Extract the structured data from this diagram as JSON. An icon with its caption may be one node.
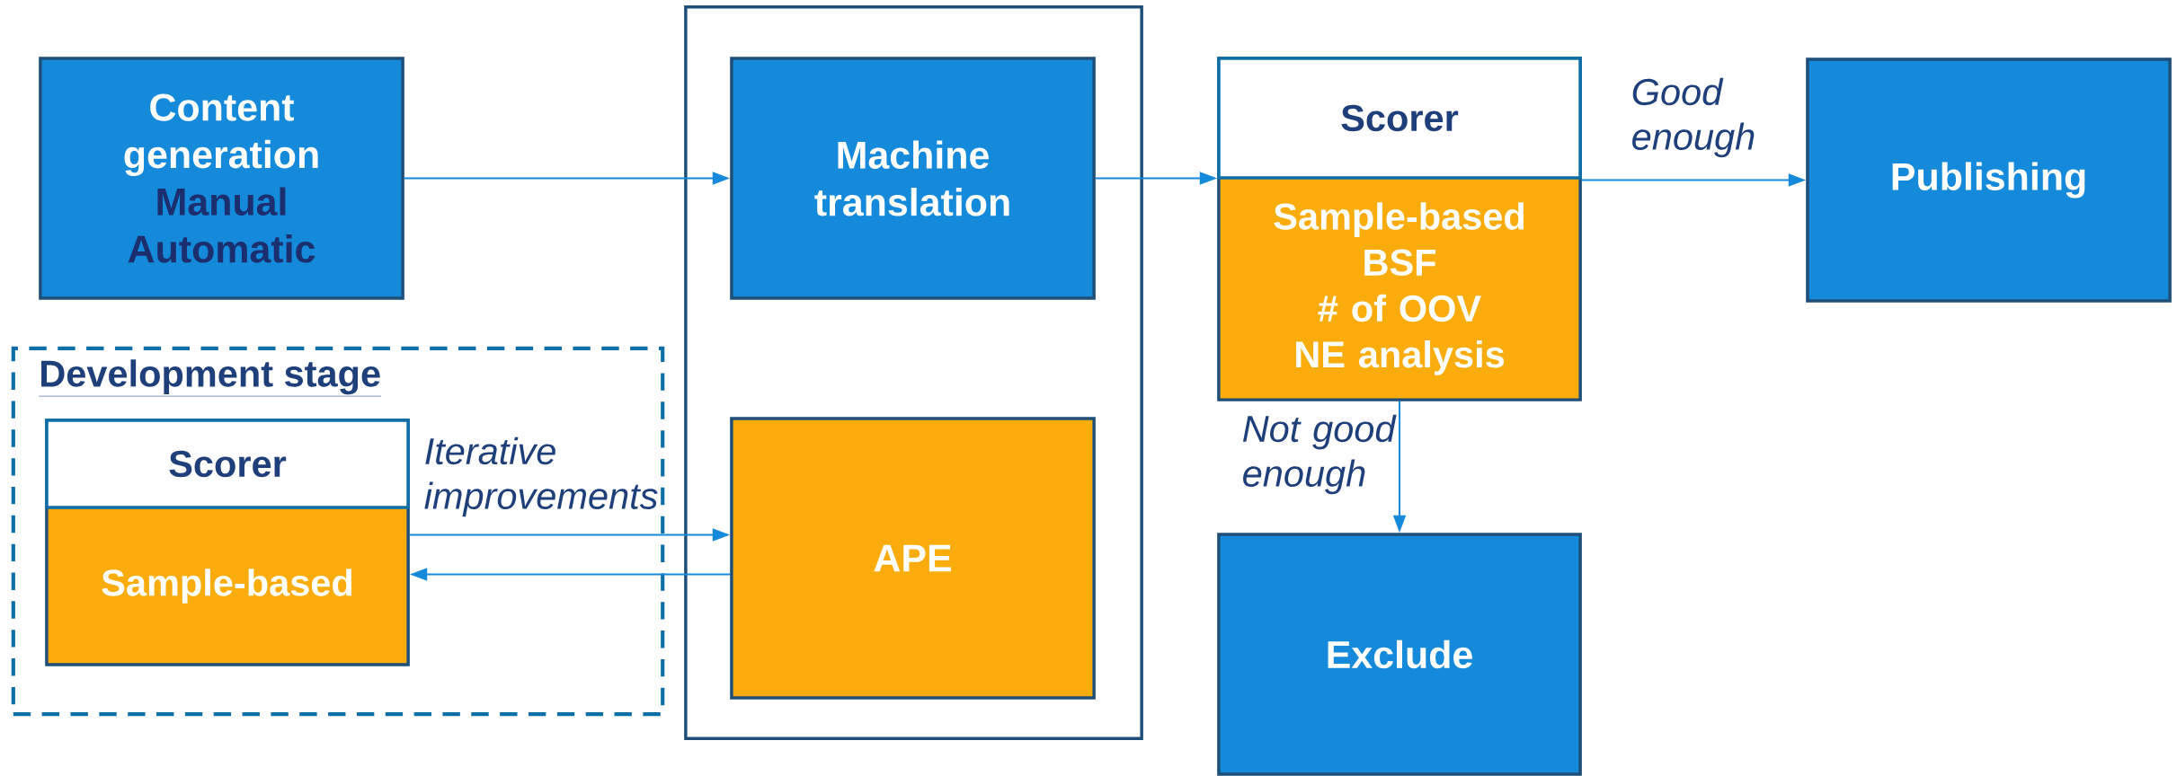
{
  "diagram": {
    "nodes": [
      {
        "text": [
          "Content generation",
          "Manual",
          "Automatic"
        ]
      },
      {
        "text": [],
        "shape": "box"
      },
      {
        "text": [
          "Machine translation"
        ],
        "in": 1
      },
      {
        "text": [
          "APE"
        ],
        "in": 1
      },
      {
        "text": [
          "Development stage"
        ]
      },
      {
        "text": [
          "Scorer",
          "Sample-based"
        ],
        "in": 4
      },
      {
        "text": [
          "Scorer",
          "Sample-based",
          "BSF",
          "# of OOV",
          "NE analysis"
        ]
      },
      {
        "text": [
          "Publishing"
        ]
      },
      {
        "text": [
          "Exclude"
        ]
      }
    ],
    "edges": [
      {
        "from": 0,
        "to": 2,
        "arrow": "to"
      },
      {
        "from": 2,
        "to": 6,
        "arrow": "to"
      },
      {
        "from": 6,
        "to": 7,
        "arrow": "to",
        "label": "Good enough"
      },
      {
        "from": 6,
        "to": 8,
        "arrow": "to",
        "label": "Not good enough"
      },
      {
        "from": 5,
        "to": 3,
        "arrow": "to",
        "label": "Iterative improvements"
      },
      {
        "from": 3,
        "to": 5,
        "arrow": "to"
      }
    ]
  }
}
